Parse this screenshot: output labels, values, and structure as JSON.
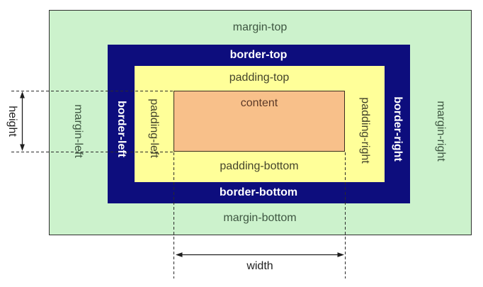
{
  "diagram": {
    "margin": {
      "label_top": "margin-top",
      "label_bottom": "margin-bottom",
      "label_left": "margin-left",
      "label_right": "margin-right",
      "fill": "#CCF2CC",
      "text_color": "#3E5641"
    },
    "border": {
      "label_top": "border-top",
      "label_bottom": "border-bottom",
      "label_left": "border-left",
      "label_right": "border-right",
      "fill": "#0D0D7D",
      "text_color": "#FFFFFF"
    },
    "padding": {
      "label_top": "padding-top",
      "label_bottom": "padding-bottom",
      "label_left": "padding-left",
      "label_right": "padding-right",
      "fill": "#FFFF99",
      "text_color": "#44442C"
    },
    "content": {
      "label": "content",
      "fill": "#F8C08A",
      "text_color": "#5C3A28"
    },
    "measure": {
      "height_label": "height",
      "width_label": "width",
      "line_color": "#2A2A2A"
    }
  }
}
